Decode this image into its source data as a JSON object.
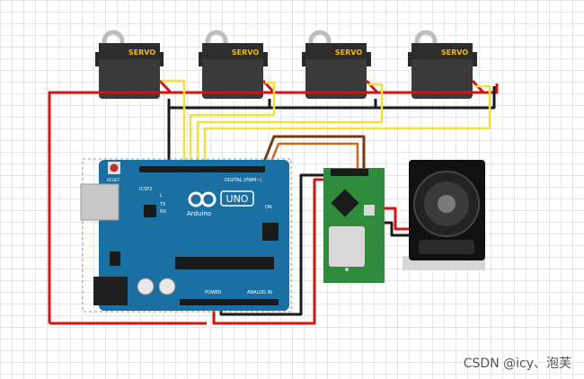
{
  "servo_label": "SERVO",
  "arduino": {
    "logo_text": "UNO",
    "brand": "Arduino",
    "reset_label": "RESET",
    "icsp_label": "ICSP2",
    "tx_label": "TX",
    "rx_label": "RX",
    "l_label": "L",
    "on_label": "ON",
    "digital_label": "DIGITAL (PWM~)",
    "power_label": "POWER",
    "analog_label": "ANALOG IN"
  },
  "watermark": "CSDN @icy、泡芙",
  "colors": {
    "board": "#1a6fa3",
    "red_wire": "#d01515",
    "black_wire": "#1a1a1a",
    "yellow_wire": "#f3e13a",
    "brown_wire": "#7a3a10",
    "module_green": "#2f8c3c"
  }
}
